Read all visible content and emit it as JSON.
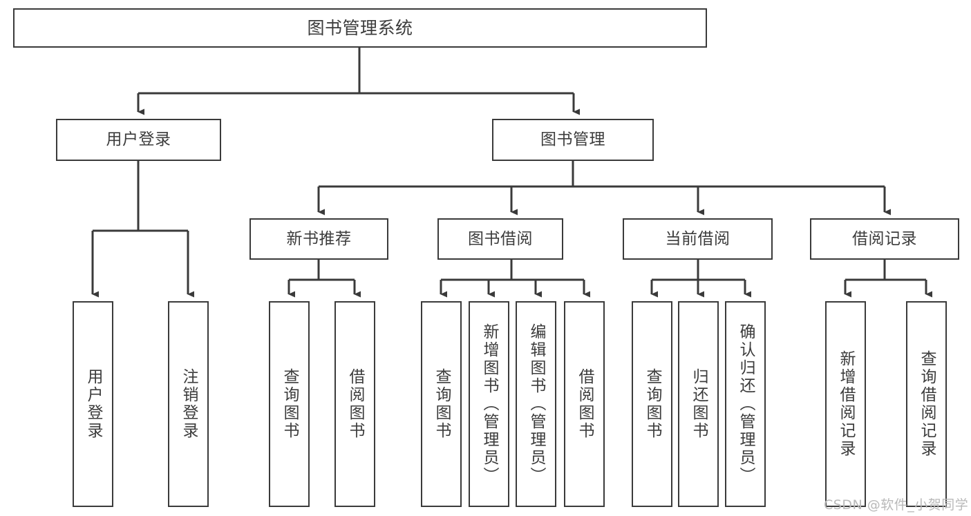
{
  "diagram": {
    "title": "图书管理系统",
    "type": "tree",
    "root": {
      "label": "图书管理系统"
    },
    "level2": [
      {
        "id": "user-login",
        "label": "用户登录"
      },
      {
        "id": "book-admin",
        "label": "图书管理"
      }
    ],
    "level3": [
      {
        "id": "new-book-recommend",
        "label": "新书推荐",
        "parent": "book-admin"
      },
      {
        "id": "book-borrow",
        "label": "图书借阅",
        "parent": "book-admin"
      },
      {
        "id": "current-borrow",
        "label": "当前借阅",
        "parent": "book-admin"
      },
      {
        "id": "borrow-record",
        "label": "借阅记录",
        "parent": "book-admin"
      }
    ],
    "leaves": [
      {
        "id": "leaf-user-login",
        "label": "用户登录",
        "parent": "user-login"
      },
      {
        "id": "leaf-logout-login",
        "label": "注销登录",
        "parent": "user-login"
      },
      {
        "id": "leaf-query-book-1",
        "label": "查询图书",
        "parent": "new-book-recommend"
      },
      {
        "id": "leaf-borrow-book-1",
        "label": "借阅图书",
        "parent": "new-book-recommend"
      },
      {
        "id": "leaf-query-book-2",
        "label": "查询图书",
        "parent": "book-borrow"
      },
      {
        "id": "leaf-add-book",
        "label": "新增图书（管理员）",
        "parent": "book-borrow"
      },
      {
        "id": "leaf-edit-book",
        "label": "编辑图书（管理员）",
        "parent": "book-borrow"
      },
      {
        "id": "leaf-borrow-book-2",
        "label": "借阅图书",
        "parent": "book-borrow"
      },
      {
        "id": "leaf-query-book-3",
        "label": "查询图书",
        "parent": "current-borrow"
      },
      {
        "id": "leaf-return-book",
        "label": "归还图书",
        "parent": "current-borrow"
      },
      {
        "id": "leaf-confirm-return",
        "label": "确认归还（管理员）",
        "parent": "current-borrow"
      },
      {
        "id": "leaf-add-record",
        "label": "新增借阅记录",
        "parent": "borrow-record"
      },
      {
        "id": "leaf-query-record",
        "label": "查询借阅记录",
        "parent": "borrow-record"
      }
    ]
  },
  "watermark": {
    "text": "CSDN @软件_小贺同学"
  },
  "colors": {
    "border": "#3a3a3a",
    "text": "#3c3c3c",
    "background": "#ffffff",
    "watermark": "#b9b9b9"
  }
}
